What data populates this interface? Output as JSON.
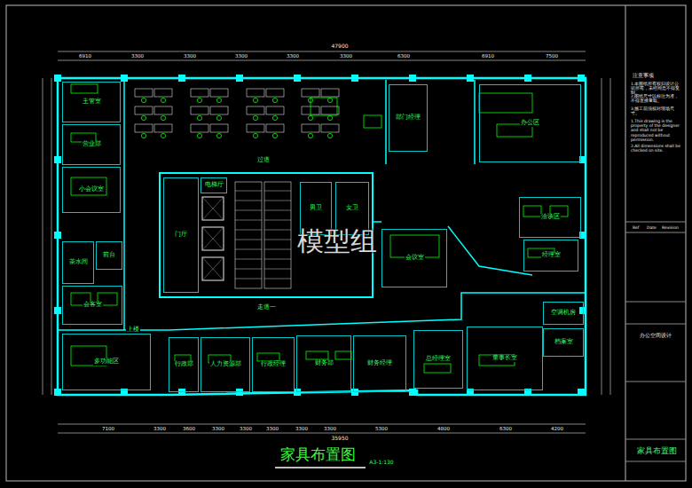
{
  "diagram": {
    "title": "家具布置图",
    "nodes": [
      {
        "text": [
          "主管室"
        ]
      },
      {
        "text": [
          "营业部"
        ]
      },
      {
        "text": [
          "小会议室"
        ]
      },
      {
        "text": [
          "前台"
        ]
      },
      {
        "text": [
          "茶水间"
        ]
      },
      {
        "text": [
          "会客室"
        ]
      },
      {
        "text": [
          "多功能区"
        ]
      },
      {
        "text": [
          "部门经理"
        ]
      },
      {
        "text": [
          "门厅"
        ]
      },
      {
        "text": [
          "电梯厅"
        ]
      },
      {
        "text": [
          "男卫"
        ]
      },
      {
        "text": [
          "女卫"
        ]
      },
      {
        "text": [
          "会议室"
        ]
      },
      {
        "text": [
          "办公区"
        ]
      },
      {
        "text": [
          "洽谈区"
        ]
      },
      {
        "text": [
          "经理室"
        ]
      },
      {
        "text": [
          "空调机房"
        ]
      },
      {
        "text": [
          "档案室"
        ]
      },
      {
        "text": [
          "行政部"
        ]
      },
      {
        "text": [
          "人力资源部"
        ]
      },
      {
        "text": [
          "行政经理"
        ]
      },
      {
        "text": [
          "财务部"
        ]
      },
      {
        "text": [
          "财务经理"
        ]
      },
      {
        "text": [
          "总经理室"
        ]
      },
      {
        "text": [
          "董事长室"
        ]
      }
    ],
    "labels": [
      "47900",
      "6910",
      "3300",
      "3300",
      "3300",
      "3300",
      "3300",
      "6300",
      "6910",
      "7500",
      "7100",
      "3300",
      "3600",
      "3300",
      "3300",
      "3300",
      "3300",
      "3300",
      "5300",
      "4800",
      "6300",
      "4200",
      "35950",
      "过道",
      "走道一",
      "上楼",
      "模型组",
      "A3-1:130",
      "注意事项",
      "1.本图纸所有权归设计公司所有，未经同意不得复制。",
      "2.图纸尺寸以标注为准，不得直接量取。",
      "3.施工前须核对现场尺寸。",
      "1.This drawing is the property of the designer and shall not be reproduced without permission.",
      "2.All dimensions shall be checked on site.",
      "Ref",
      "Date",
      "Revision",
      "办公空间设计",
      "家具布置图"
    ]
  }
}
